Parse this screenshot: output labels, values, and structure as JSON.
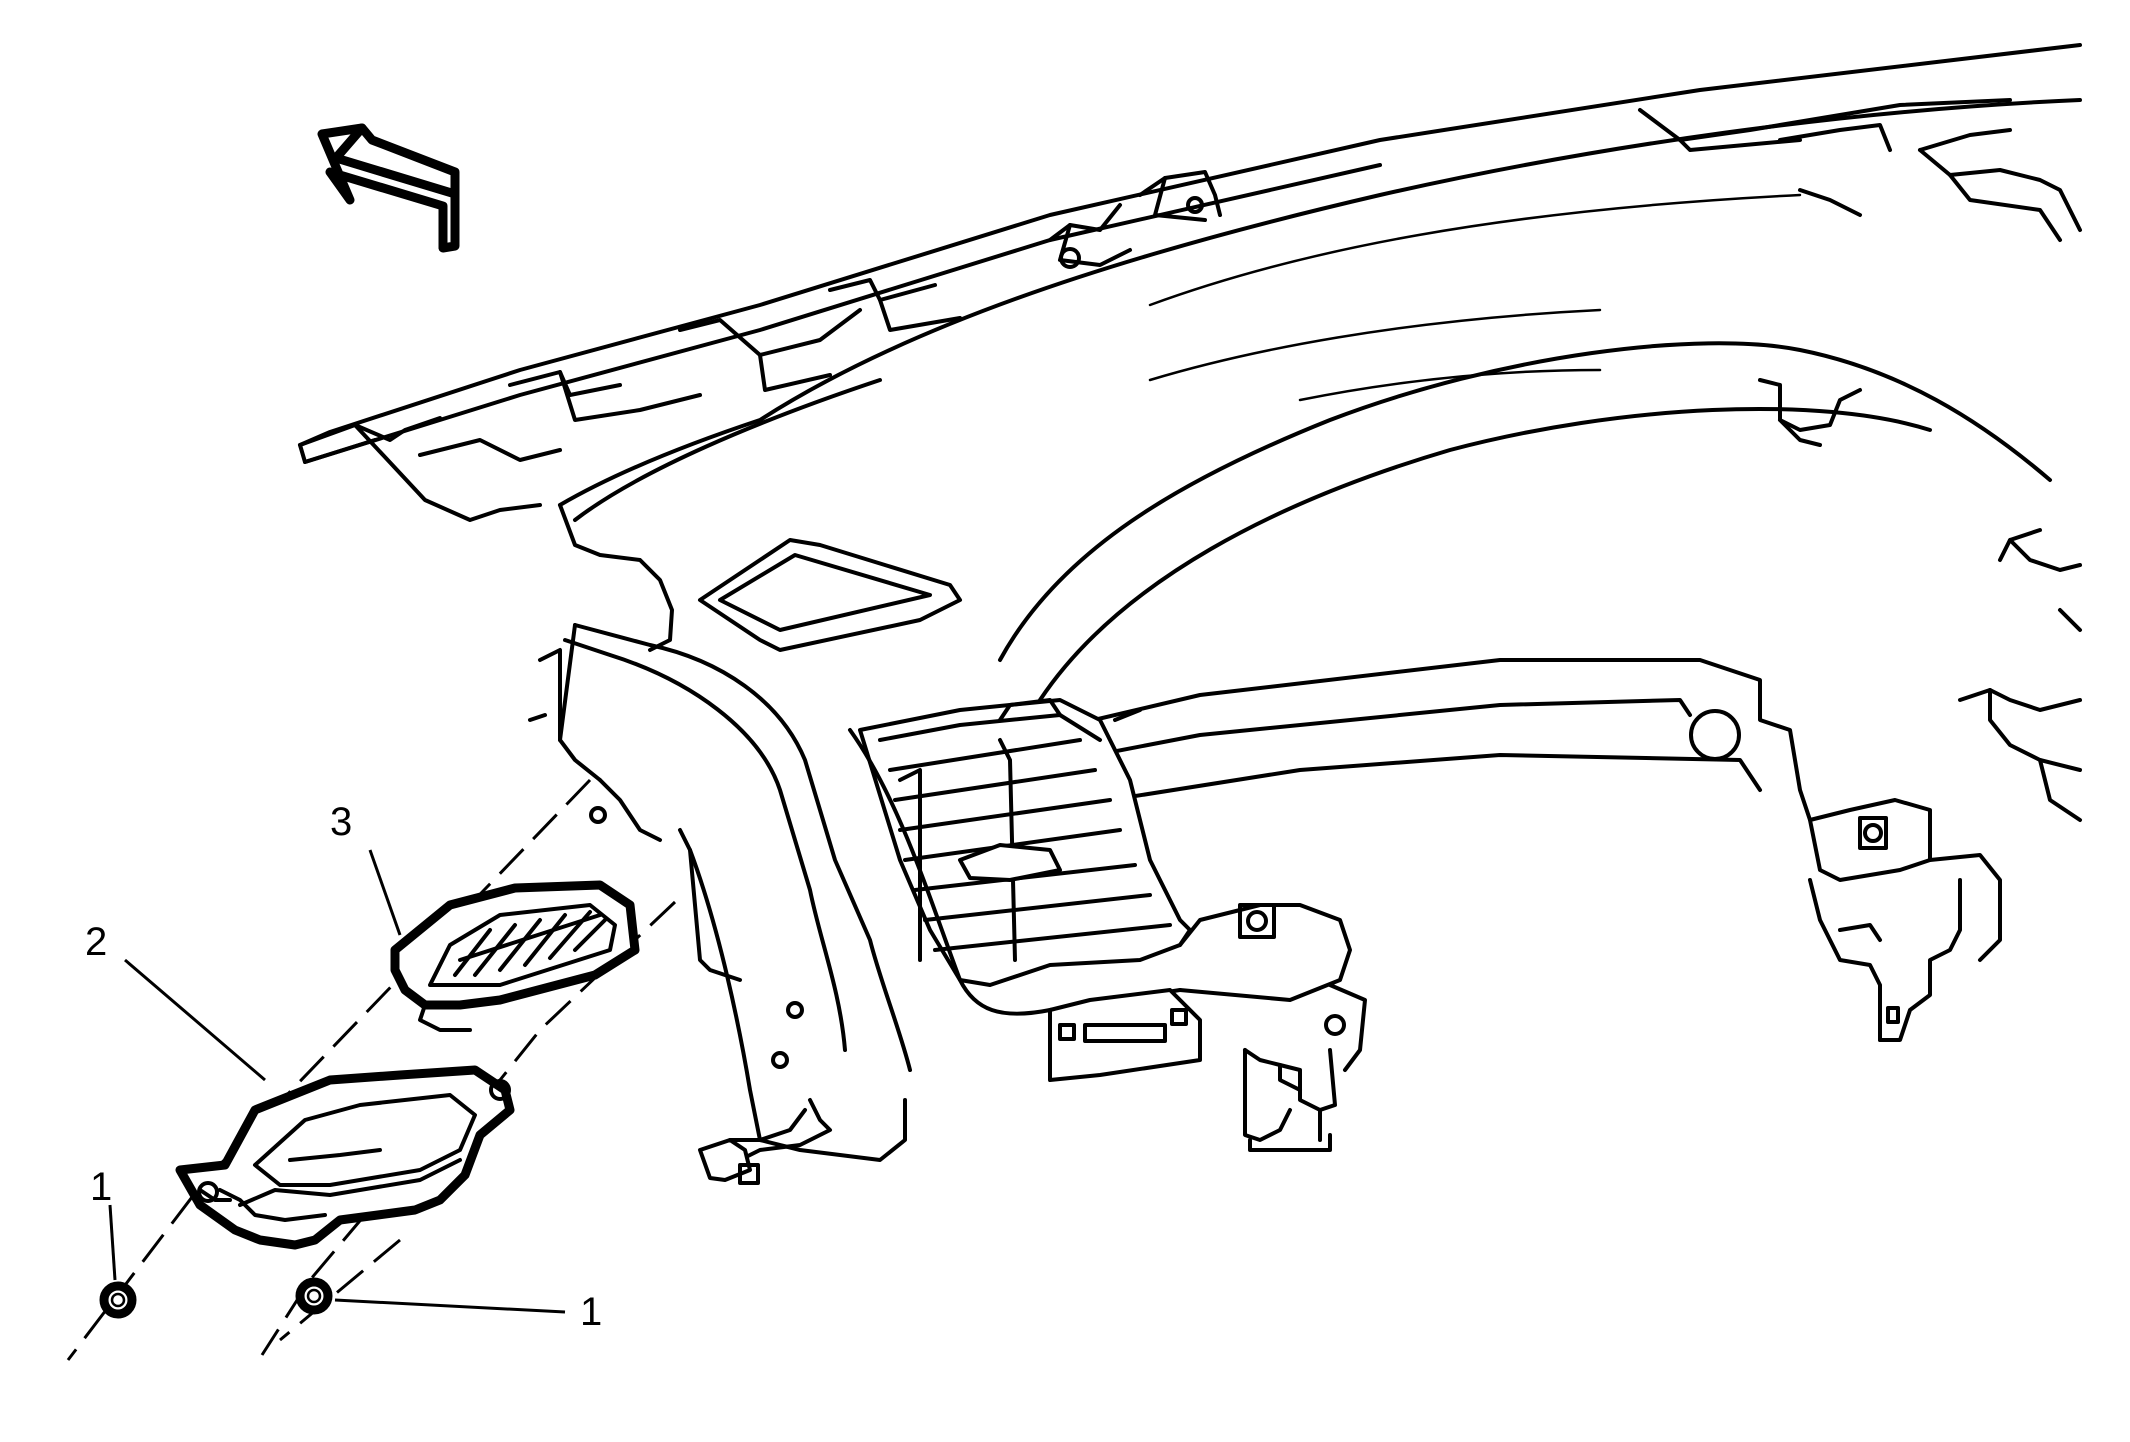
{
  "callouts": [
    {
      "id": "nut-left",
      "text": "1"
    },
    {
      "id": "nut-right",
      "text": "1"
    },
    {
      "id": "bezel",
      "text": "2"
    },
    {
      "id": "grille",
      "text": "3"
    }
  ],
  "colors": {
    "line": "#000000",
    "background": "#ffffff"
  }
}
